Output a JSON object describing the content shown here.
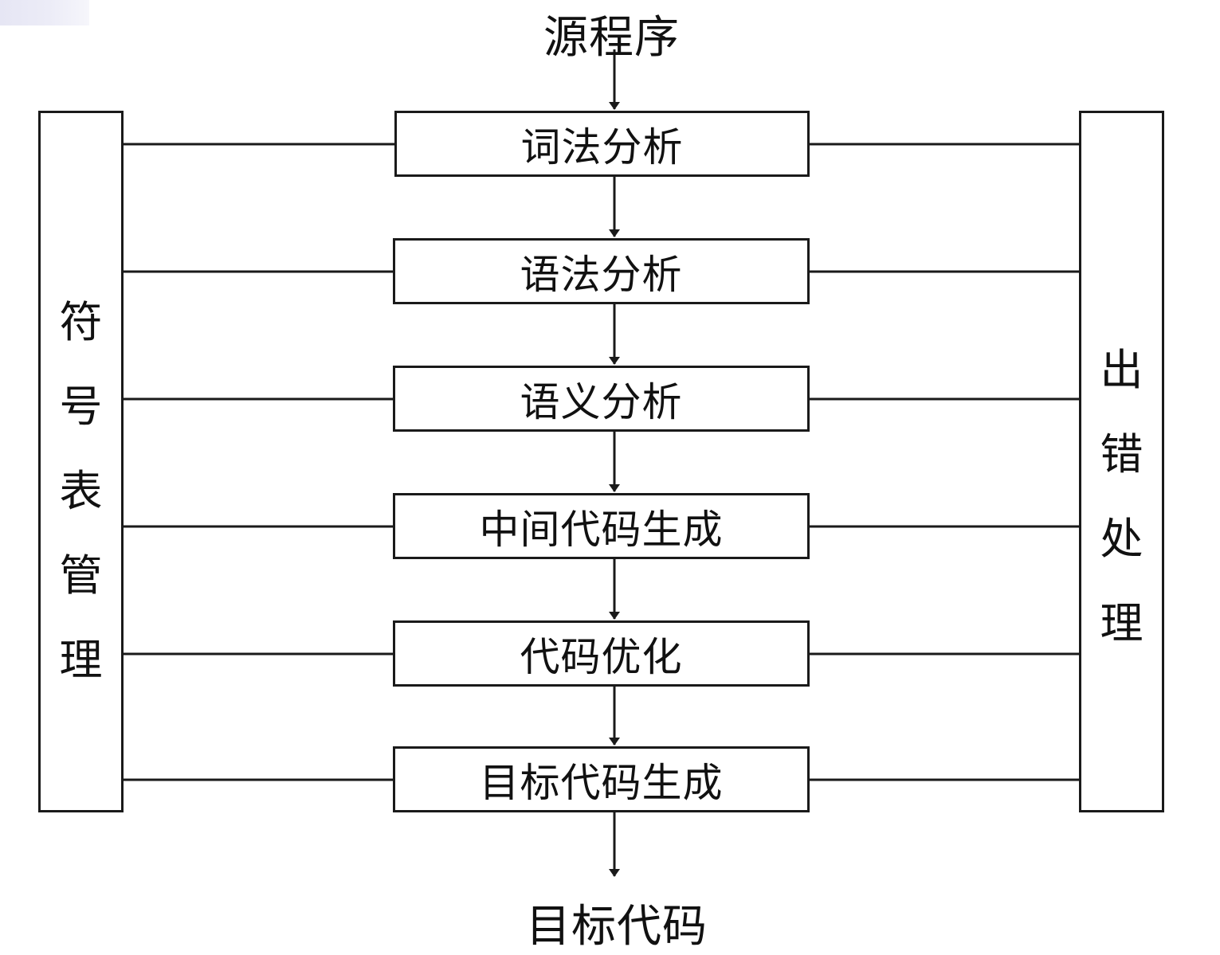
{
  "input_label": "源程序",
  "output_label": "目标代码",
  "phases": [
    "词法分析",
    "语法分析",
    "语义分析",
    "中间代码生成",
    "代码优化",
    "目标代码生成"
  ],
  "left_panel": [
    "符",
    "号",
    "表",
    "管",
    "理"
  ],
  "right_panel": [
    "出",
    "错",
    "处",
    "理"
  ],
  "colors": {
    "stroke": "#1a1a1a",
    "background": "#ffffff"
  }
}
